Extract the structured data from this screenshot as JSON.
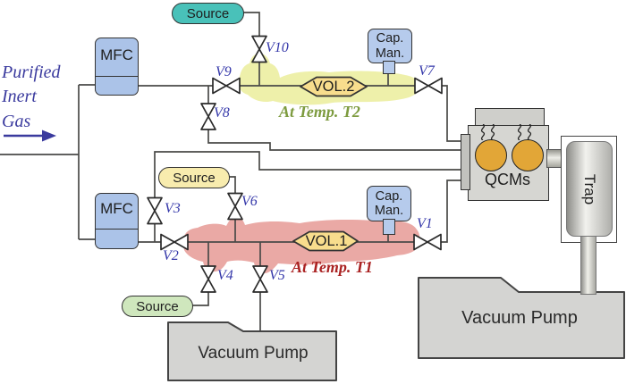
{
  "inlet": {
    "line1": "Purified",
    "line2": "Inert",
    "line3": "Gas"
  },
  "flow_controllers": {
    "top": "MFC",
    "bottom": "MFC"
  },
  "sources": {
    "top": "Source",
    "middle": "Source",
    "bottom": "Source"
  },
  "valves": {
    "v1": "V1",
    "v2": "V2",
    "v3": "V3",
    "v4": "V4",
    "v5": "V5",
    "v6": "V6",
    "v7": "V7",
    "v8": "V8",
    "v9": "V9",
    "v10": "V10"
  },
  "volumes": {
    "vol2": {
      "label": "VOL.2",
      "temp": "At Temp. T2"
    },
    "vol1": {
      "label": "VOL.1",
      "temp": "At Temp. T1"
    }
  },
  "gauges": {
    "top": {
      "line1": "Cap.",
      "line2": "Man."
    },
    "bottom": {
      "line1": "Cap.",
      "line2": "Man."
    }
  },
  "qcms_label": "QCMs",
  "trap_label": "Trap",
  "pumps": {
    "left": "Vacuum Pump",
    "right": "Vacuum Pump"
  },
  "colors": {
    "line": "#4a4a48",
    "mfc_fill": "#abc3e8",
    "capman_fill": "#b6cbec",
    "source_top_fill": "#49c1b9",
    "source_mid_fill": "#f8ecae",
    "source_bot_fill": "#cfe7bd",
    "hex_fill": "#f8dd8d",
    "qcm_gold": "#e2a637",
    "box_grey": "#d6d6d2",
    "highlight_yellow": "#edefa4",
    "highlight_red": "#e8a39e",
    "valve_label": "#3336a9",
    "temp_t2": "#7d9b3f",
    "temp_t1": "#aa2222",
    "inlet_text": "#3a3a9e",
    "text_dark": "#1e1e1e"
  }
}
